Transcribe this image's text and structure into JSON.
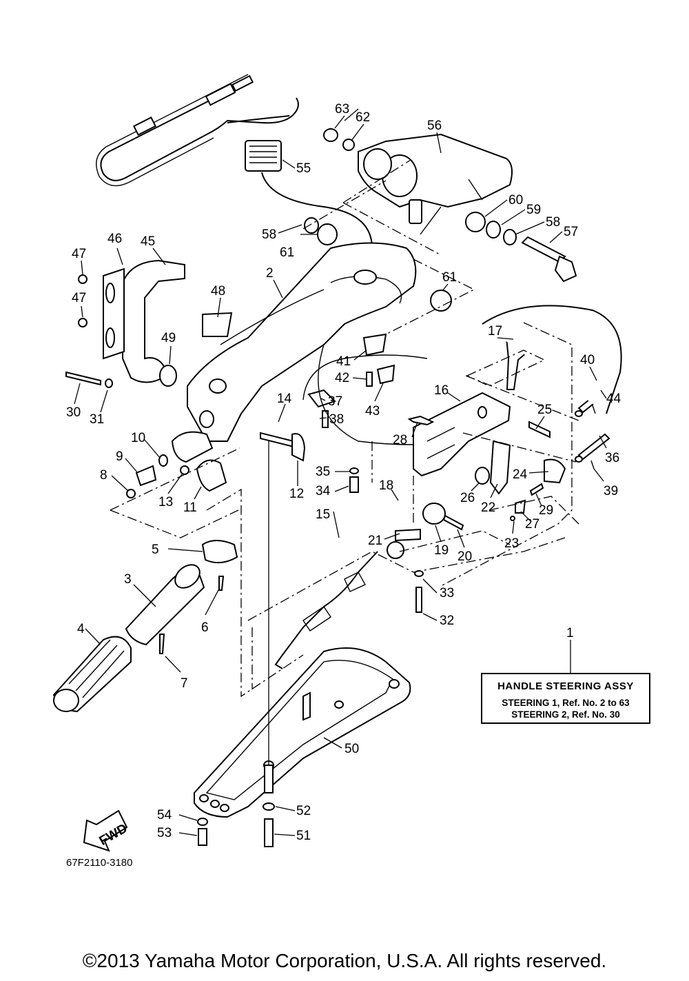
{
  "diagram": {
    "callouts": [
      {
        "id": "1",
        "text": "1"
      },
      {
        "id": "2",
        "text": "2"
      },
      {
        "id": "3",
        "text": "3"
      },
      {
        "id": "4",
        "text": "4"
      },
      {
        "id": "5",
        "text": "5"
      },
      {
        "id": "6",
        "text": "6"
      },
      {
        "id": "7",
        "text": "7"
      },
      {
        "id": "8",
        "text": "8"
      },
      {
        "id": "9",
        "text": "9"
      },
      {
        "id": "10",
        "text": "10"
      },
      {
        "id": "11",
        "text": "11"
      },
      {
        "id": "12",
        "text": "12"
      },
      {
        "id": "13",
        "text": "13"
      },
      {
        "id": "14",
        "text": "14"
      },
      {
        "id": "15",
        "text": "15"
      },
      {
        "id": "16",
        "text": "16"
      },
      {
        "id": "17",
        "text": "17"
      },
      {
        "id": "18",
        "text": "18"
      },
      {
        "id": "19",
        "text": "19"
      },
      {
        "id": "20",
        "text": "20"
      },
      {
        "id": "21",
        "text": "21"
      },
      {
        "id": "22",
        "text": "22"
      },
      {
        "id": "23",
        "text": "23"
      },
      {
        "id": "24",
        "text": "24"
      },
      {
        "id": "25",
        "text": "25"
      },
      {
        "id": "26",
        "text": "26"
      },
      {
        "id": "27",
        "text": "27"
      },
      {
        "id": "28",
        "text": "28"
      },
      {
        "id": "29",
        "text": "29"
      },
      {
        "id": "30",
        "text": "30"
      },
      {
        "id": "31",
        "text": "31"
      },
      {
        "id": "32",
        "text": "32"
      },
      {
        "id": "33",
        "text": "33"
      },
      {
        "id": "34",
        "text": "34"
      },
      {
        "id": "35",
        "text": "35"
      },
      {
        "id": "36",
        "text": "36"
      },
      {
        "id": "37",
        "text": "37"
      },
      {
        "id": "38",
        "text": "38"
      },
      {
        "id": "39",
        "text": "39"
      },
      {
        "id": "40",
        "text": "40"
      },
      {
        "id": "41",
        "text": "41"
      },
      {
        "id": "42",
        "text": "42"
      },
      {
        "id": "43",
        "text": "43"
      },
      {
        "id": "44",
        "text": "44"
      },
      {
        "id": "45",
        "text": "45"
      },
      {
        "id": "46",
        "text": "46"
      },
      {
        "id": "47a",
        "text": "47"
      },
      {
        "id": "47b",
        "text": "47"
      },
      {
        "id": "48",
        "text": "48"
      },
      {
        "id": "49",
        "text": "49"
      },
      {
        "id": "50",
        "text": "50"
      },
      {
        "id": "51",
        "text": "51"
      },
      {
        "id": "52",
        "text": "52"
      },
      {
        "id": "53",
        "text": "53"
      },
      {
        "id": "54",
        "text": "54"
      },
      {
        "id": "55",
        "text": "55"
      },
      {
        "id": "56",
        "text": "56"
      },
      {
        "id": "57",
        "text": "57"
      },
      {
        "id": "58a",
        "text": "58"
      },
      {
        "id": "58b",
        "text": "58"
      },
      {
        "id": "59",
        "text": "59"
      },
      {
        "id": "60",
        "text": "60"
      },
      {
        "id": "61a",
        "text": "61"
      },
      {
        "id": "61b",
        "text": "61"
      },
      {
        "id": "62",
        "text": "62"
      },
      {
        "id": "63",
        "text": "63"
      }
    ],
    "fwd_label": "FWD",
    "drawing_code": "67F2110-3180"
  },
  "info_box": {
    "title": "HANDLE STEERING ASSY",
    "line1": "STEERING 1, Ref. No. 2 to 63",
    "line2": "STEERING 2, Ref. No. 30"
  },
  "footer": {
    "copyright": "©2013 Yamaha Motor Corporation, U.S.A. All rights reserved."
  }
}
